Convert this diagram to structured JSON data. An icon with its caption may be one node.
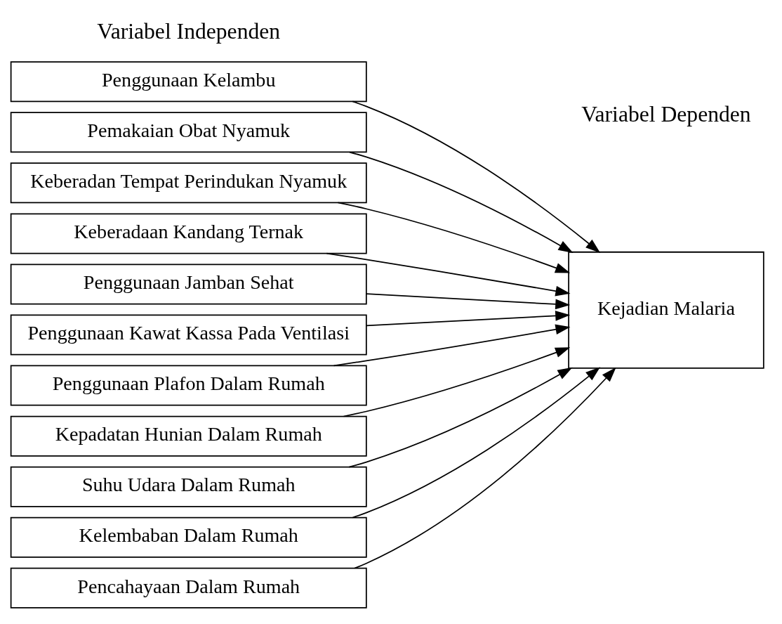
{
  "diagram": {
    "nodes": [
      {
        "text": [
          "Penggunaan Kelambu"
        ]
      },
      {
        "text": [
          "Pemakaian Obat Nyamuk"
        ]
      },
      {
        "text": [
          "Keberadan Tempat Perindukan Nyamuk"
        ]
      },
      {
        "text": [
          "Keberadaan Kandang Ternak"
        ]
      },
      {
        "text": [
          "Penggunaan Jamban Sehat"
        ]
      },
      {
        "text": [
          "Penggunaan Kawat Kassa Pada Ventilasi"
        ]
      },
      {
        "text": [
          "Penggunaan Plafon Dalam Rumah"
        ]
      },
      {
        "text": [
          "Kepadatan Hunian Dalam Rumah"
        ]
      },
      {
        "text": [
          "Suhu Udara Dalam Rumah"
        ]
      },
      {
        "text": [
          "Kelembaban Dalam Rumah"
        ]
      },
      {
        "text": [
          "Pencahayaan Dalam Rumah"
        ]
      },
      {
        "text": [
          "Kejadian Malaria"
        ]
      }
    ],
    "edges": [
      {
        "from": 0,
        "to": 11,
        "arrow": "to"
      },
      {
        "from": 1,
        "to": 11,
        "arrow": "to"
      },
      {
        "from": 2,
        "to": 11,
        "arrow": "to"
      },
      {
        "from": 3,
        "to": 11,
        "arrow": "to"
      },
      {
        "from": 4,
        "to": 11,
        "arrow": "to"
      },
      {
        "from": 5,
        "to": 11,
        "arrow": "to"
      },
      {
        "from": 6,
        "to": 11,
        "arrow": "to"
      },
      {
        "from": 7,
        "to": 11,
        "arrow": "to"
      },
      {
        "from": 8,
        "to": 11,
        "arrow": "to"
      },
      {
        "from": 9,
        "to": 11,
        "arrow": "to"
      },
      {
        "from": 10,
        "to": 11,
        "arrow": "to"
      }
    ],
    "labels": [
      "Variabel Independen",
      "Variabel Dependen"
    ]
  }
}
